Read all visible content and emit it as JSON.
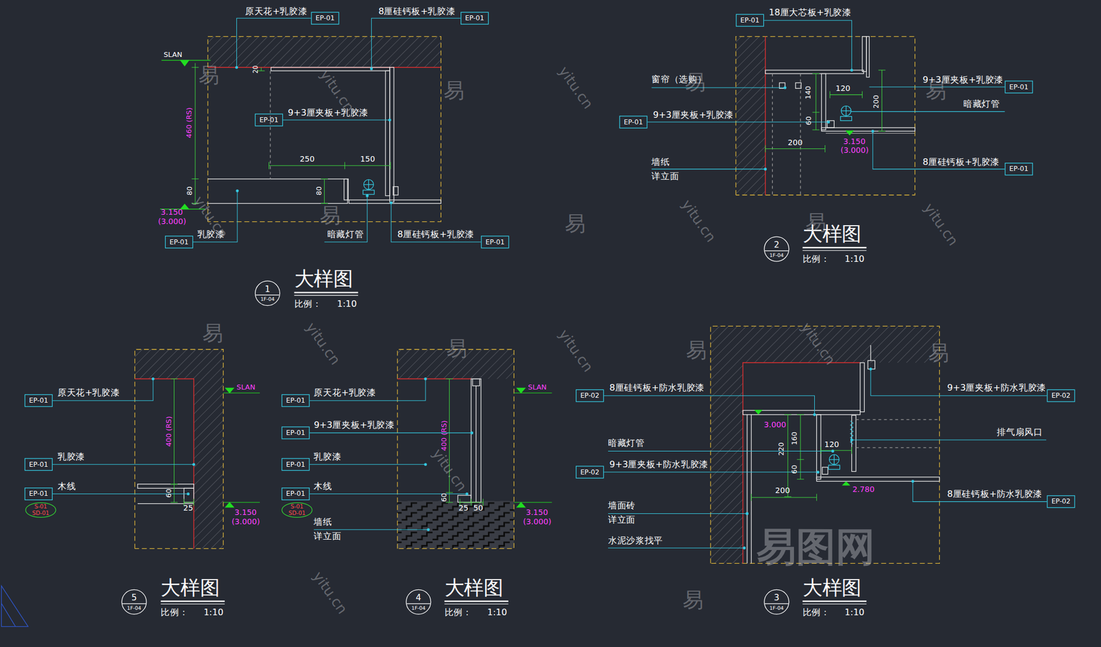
{
  "diagram": {
    "nodes": [
      {
        "text": [
          "EP-01"
        ]
      },
      {
        "text": [
          "EP-01"
        ]
      },
      {
        "text": [
          "EP-01"
        ]
      },
      {
        "text": [
          "EP-01"
        ]
      },
      {
        "text": [
          "EP-01"
        ]
      },
      {
        "text": [
          "1",
          "1F-04"
        ]
      },
      {
        "text": [
          "EP-01"
        ]
      },
      {
        "text": [
          "EP-01"
        ]
      },
      {
        "text": [
          "EP-01"
        ]
      },
      {
        "text": [
          "EP-01"
        ]
      },
      {
        "text": [
          "2",
          "1F-04"
        ]
      },
      {
        "text": [
          "EP-01"
        ]
      },
      {
        "text": [
          "EP-01"
        ]
      },
      {
        "text": [
          "EP-01"
        ]
      },
      {
        "text": [
          "S-01",
          "SD-01"
        ]
      },
      {
        "text": [
          "5",
          "1F-04"
        ]
      },
      {
        "text": [
          "EP-01"
        ]
      },
      {
        "text": [
          "EP-01"
        ]
      },
      {
        "text": [
          "EP-01"
        ]
      },
      {
        "text": [
          "EP-01"
        ]
      },
      {
        "text": [
          "S-01",
          "SD-01"
        ]
      },
      {
        "text": [
          "4",
          "1F-04"
        ]
      },
      {
        "text": [
          "EP-02"
        ]
      },
      {
        "text": [
          "EP-02"
        ]
      },
      {
        "text": [
          "EP-02"
        ]
      },
      {
        "text": [
          "EP-02"
        ]
      },
      {
        "text": [
          "3",
          "1F-04"
        ]
      }
    ],
    "labels": [
      "原天花+乳胶漆",
      "8厘硅钙板+乳胶漆",
      "SLAN",
      "20",
      "460 (RS)",
      "9+3厘夹板+乳胶漆",
      "250",
      "150",
      "80",
      "80",
      "3.150",
      "(3.000)",
      "乳胶漆",
      "暗藏灯管",
      "8厘硅钙板+乳胶漆",
      "大样图",
      "比例：",
      "1:10",
      "18厘大芯板+乳胶漆",
      "窗帘（选购）",
      "9+3厘夹板+乳胶漆",
      "140",
      "120",
      "200",
      "60",
      "200",
      "3.150",
      "(3.000)",
      "9+3厘夹板+乳胶漆",
      "暗藏灯管",
      "8厘硅钙板+乳胶漆",
      "墙纸",
      "详立面",
      "大样图",
      "比例：",
      "1:10",
      "原天花+乳胶漆",
      "SLAN",
      "400 (RS)",
      "乳胶漆",
      "木线",
      "60",
      "25",
      "3.150",
      "(3.000)",
      "大样图",
      "比例：",
      "1:10",
      "原天花+乳胶漆",
      "9+3厘夹板+乳胶漆",
      "乳胶漆",
      "木线",
      "墙纸",
      "详立面",
      "SLAN",
      "400 (RS)",
      "60",
      "25",
      "50",
      "3.150",
      "(3.000)",
      "大样图",
      "比例：",
      "1:10",
      "8厘硅钙板+防水乳胶漆",
      "9+3厘夹板+防水乳胶漆",
      "排气扇风口",
      "暗藏灯管",
      "9+3厘夹板+防水乳胶漆",
      "8厘硅钙板+防水乳胶漆",
      "墙面砖",
      "详立面",
      "水泥沙浆找平",
      "3.000",
      "220",
      "160",
      "120",
      "60",
      "200",
      "2.780",
      "大样图",
      "比例：",
      "1:10",
      "易图网",
      "易",
      "易",
      "易",
      "易",
      "易",
      "易",
      "易",
      "易",
      "易",
      "易",
      "易",
      "易",
      "yitu.cn",
      "yitu.cn",
      "yitu.cn",
      "yitu.cn",
      "yitu.cn",
      "yitu.cn",
      "yitu.cn",
      "yitu.cn",
      "yitu.cn",
      "yitu.cn"
    ]
  }
}
